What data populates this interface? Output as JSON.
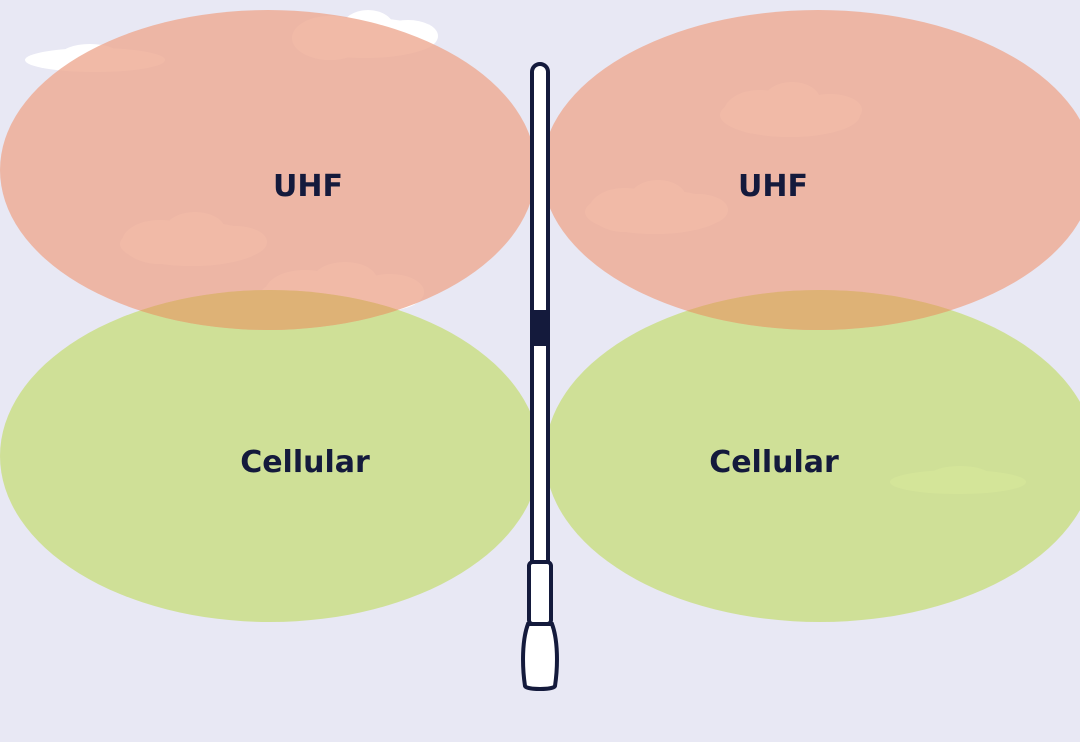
{
  "diagram": {
    "colors": {
      "background": "#e8e8f4",
      "uhf_lobe": "#eeab94",
      "cellular_lobe": "#c8de7c",
      "overlap": "#deb276",
      "cloud": "#ffffff",
      "antenna_outline": "#141a3c",
      "antenna_fill": "#ffffff",
      "label_text": "#141a3c"
    },
    "labels": {
      "uhf_left": "UHF",
      "uhf_right": "UHF",
      "cellular_left": "Cellular",
      "cellular_right": "Cellular"
    },
    "icons": {
      "antenna": "whip-antenna-icon",
      "cloud": "cloud-icon"
    }
  }
}
